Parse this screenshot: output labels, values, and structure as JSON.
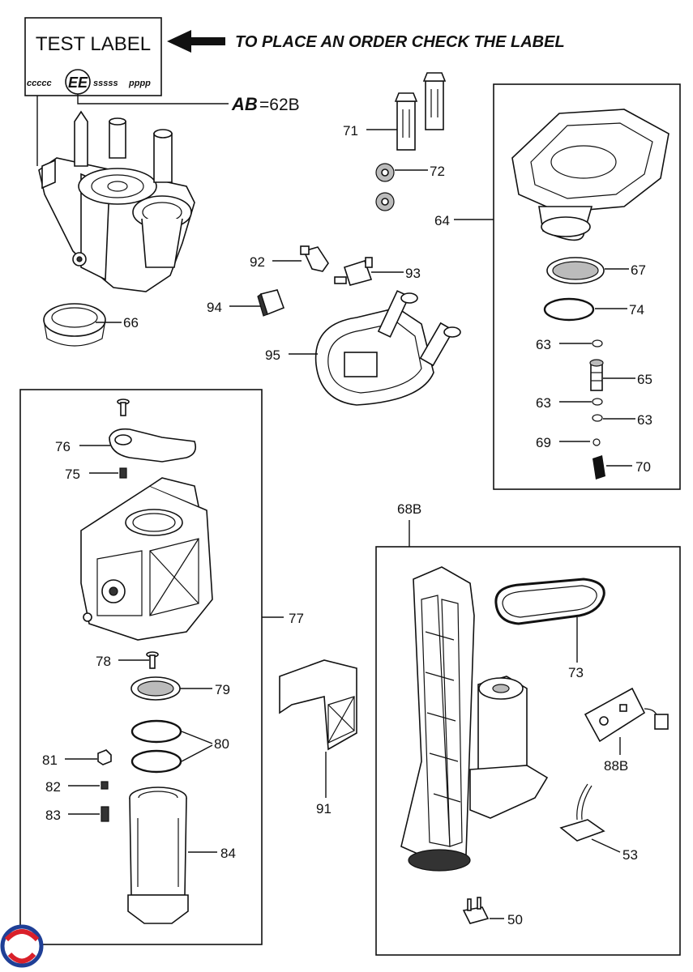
{
  "header": {
    "test_label": "TEST LABEL",
    "label_codes_left": "ccccc",
    "label_code_circle": "EE",
    "label_codes_mid": "sssss",
    "label_codes_right": "pppp",
    "order_instruction": "TO PLACE AN ORDER CHECK THE LABEL",
    "ab_key": "AB",
    "ab_value": "=62B"
  },
  "parts": {
    "p71": "71",
    "p72": "72",
    "p64": "64",
    "p67": "67",
    "p74": "74",
    "p63a": "63",
    "p65": "65",
    "p63b": "63",
    "p63c": "63",
    "p69": "69",
    "p70": "70",
    "p92": "92",
    "p93": "93",
    "p94": "94",
    "p66": "66",
    "p95": "95",
    "p76": "76",
    "p75": "75",
    "p77": "77",
    "p78": "78",
    "p79": "79",
    "p80": "80",
    "p81": "81",
    "p82": "82",
    "p83": "83",
    "p84": "84",
    "p91": "91",
    "p68b": "68B",
    "p73": "73",
    "p88b": "88B",
    "p53": "53",
    "p50": "50"
  },
  "colors": {
    "ink": "#111111",
    "logo_red": "#d9202a",
    "logo_blue": "#1f3f96"
  },
  "icons": {
    "logo": "brand-logo-icon",
    "arrow": "arrow-left-icon"
  }
}
